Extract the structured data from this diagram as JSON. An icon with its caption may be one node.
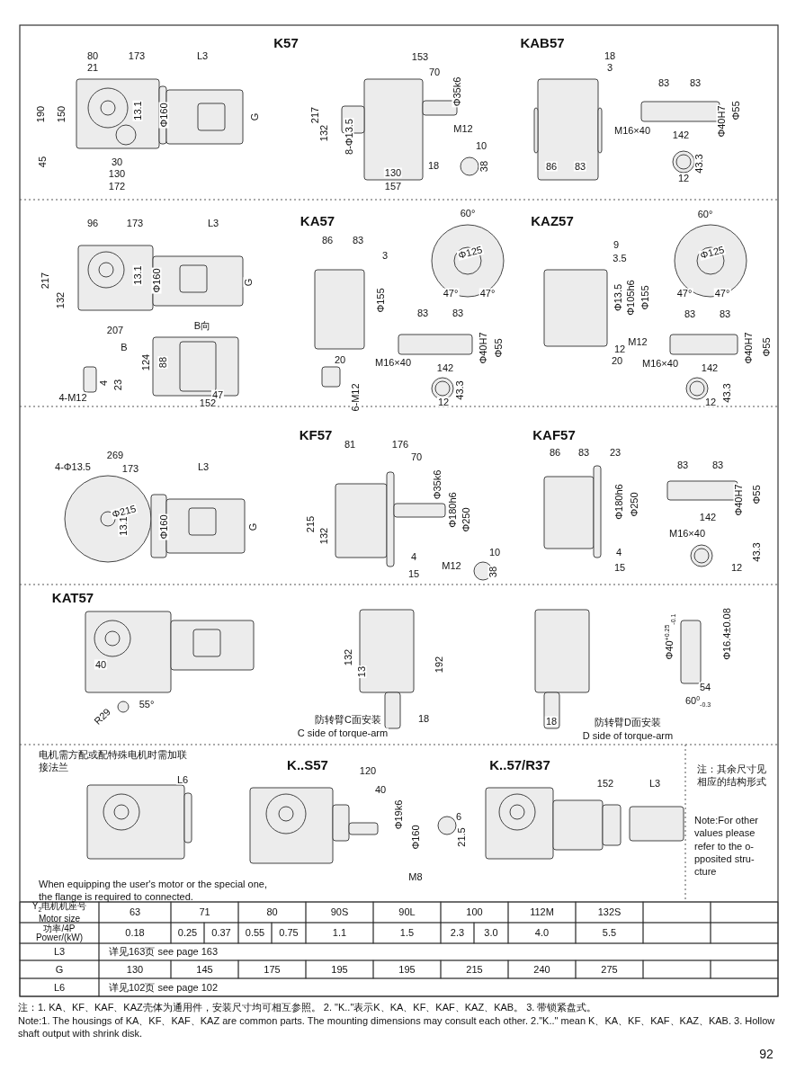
{
  "diagram": {
    "labels": [
      "K57",
      "80",
      "173",
      "L3",
      "21",
      "190",
      "150",
      "13.1",
      "Φ160",
      "G",
      "45",
      "30",
      "130",
      "172",
      "217",
      "132",
      "8-Φ13.5",
      "130",
      "157",
      "153",
      "70",
      "Φ35k6",
      "M12",
      "18",
      "10",
      "38",
      "KAB57",
      "18",
      "3",
      "86",
      "83",
      "83",
      "83",
      "Φ40H7",
      "Φ55",
      "M16×40",
      "142",
      "43.3",
      "12",
      "96",
      "173",
      "L3",
      "217",
      "132",
      "13.1",
      "Φ160",
      "G",
      "207",
      "B向",
      "B",
      "124",
      "88",
      "4",
      "23",
      "4-M12",
      "47",
      "152",
      "KA57",
      "86",
      "83",
      "3",
      "Φ155",
      "60°",
      "Φ125",
      "47°",
      "47°",
      "83",
      "83",
      "Φ40H7",
      "Φ55",
      "M16×40",
      "142",
      "20",
      "6-M12",
      "43.3",
      "12",
      "KAZ57",
      "9",
      "3.5",
      "Φ13.5",
      "Φ105h6",
      "Φ155",
      "M12",
      "12",
      "20",
      "60°",
      "Φ125",
      "47°",
      "47°",
      "83",
      "83",
      "Φ40H7",
      "Φ55",
      "M16×40",
      "142",
      "43.3",
      "12",
      "4-Φ13.5",
      "269",
      "173",
      "L3",
      "Φ215",
      "13.1",
      "Φ160",
      "G",
      "KF57",
      "81",
      "176",
      "70",
      "215",
      "132",
      "Φ35k6",
      "Φ180h6",
      "Φ250",
      "4",
      "15",
      "M12",
      "10",
      "38",
      "KAF57",
      "86",
      "83",
      "23",
      "Φ180h6",
      "Φ250",
      "4",
      "15",
      "83",
      "83",
      "Φ40H7",
      "Φ55",
      "142",
      "M16×40",
      "43.3",
      "12",
      "KAT57",
      "40",
      "55°",
      "R29",
      "132",
      "13",
      "192",
      "18",
      "防转臂C面安装",
      "C side of torque-arm",
      "18",
      "防转臂D面安装",
      "D side of torque-arm",
      "Φ40$^{+0.25}$$_{-0.1}$",
      "Φ16.4±0.08",
      "54",
      "60$^{0}$$_{-0.3}$",
      "电机需方配或配特殊电机时需加联接法兰",
      "L6",
      "When equipping the user's motor or the special one, the flange is required to connected.",
      "K..S57",
      "120",
      "40",
      "Φ19k6",
      "Φ160",
      "6",
      "21.5",
      "M8",
      "K..57/R37",
      "152",
      "L3",
      "注：其余尺寸见相应的结构形式",
      "Note:For other values please refer to the o- pposited stru- cture",
      "Y$_{2}$电机机座号 Motor size",
      "63",
      "71",
      "80",
      "90S",
      "90L",
      "100",
      "112M",
      "132S",
      "功率/4P Power/(kW)",
      "0.18",
      "0.25",
      "0.37",
      "0.55",
      "0.75",
      "1.1",
      "1.5",
      "2.3",
      "3.0",
      "4.0",
      "5.5",
      "L3",
      "详见163页 see page 163",
      "G",
      "130",
      "145",
      "175",
      "195",
      "195",
      "215",
      "240",
      "275",
      "L6",
      "详见102页 see page 102",
      "注：1. KA、KF、KAF、KAZ壳体为通用件，安装尺寸均可相互参照。 2. \"K..\"表示K、KA、KF、KAF、KAZ、KAB。 3. 带锁紧盘式。",
      "Note:1. The housings of KA、KF、KAF、KAZ are common parts. The mounting dimensions may consult each other. 2.\"K..\" mean K、KA、KF、KAF、KAZ、KAB. 3. Hollow shaft output with shrink disk.",
      "92"
    ]
  }
}
